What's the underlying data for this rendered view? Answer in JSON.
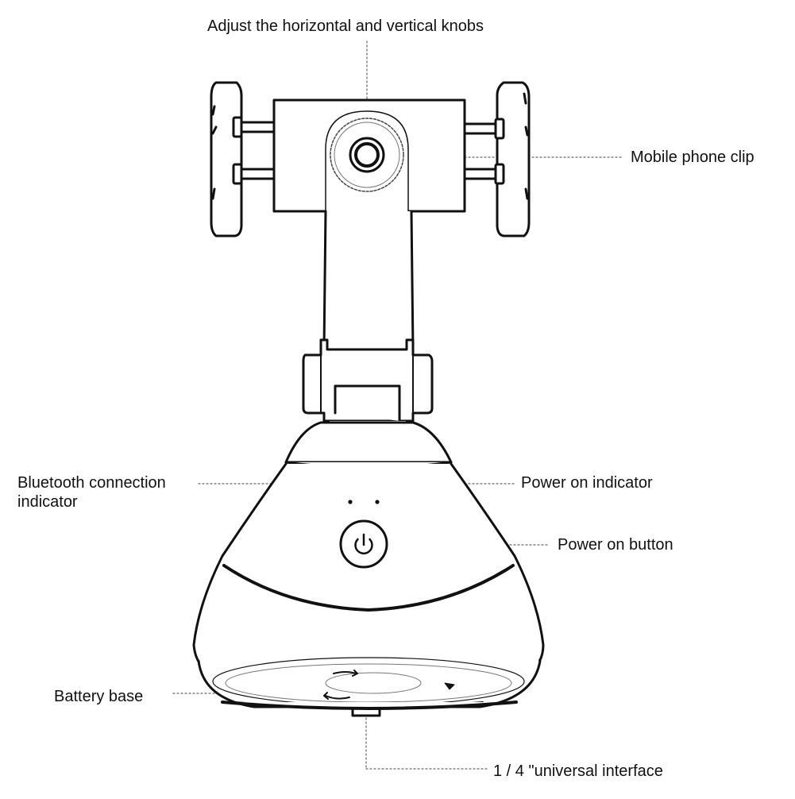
{
  "colors": {
    "line": "#111111",
    "fill": "#ffffff",
    "leader": "#666666"
  },
  "labels": {
    "knobs": "Adjust the horizontal and vertical knobs",
    "phone_clip": "Mobile phone clip",
    "bluetooth_line1": "Bluetooth connection",
    "bluetooth_line2": "indicator",
    "power_indicator": "Power on indicator",
    "power_button": "Power on button",
    "battery_base": "Battery base",
    "interface": "1 / 4 \"universal interface"
  },
  "icons": {
    "power_button": "power-icon"
  }
}
